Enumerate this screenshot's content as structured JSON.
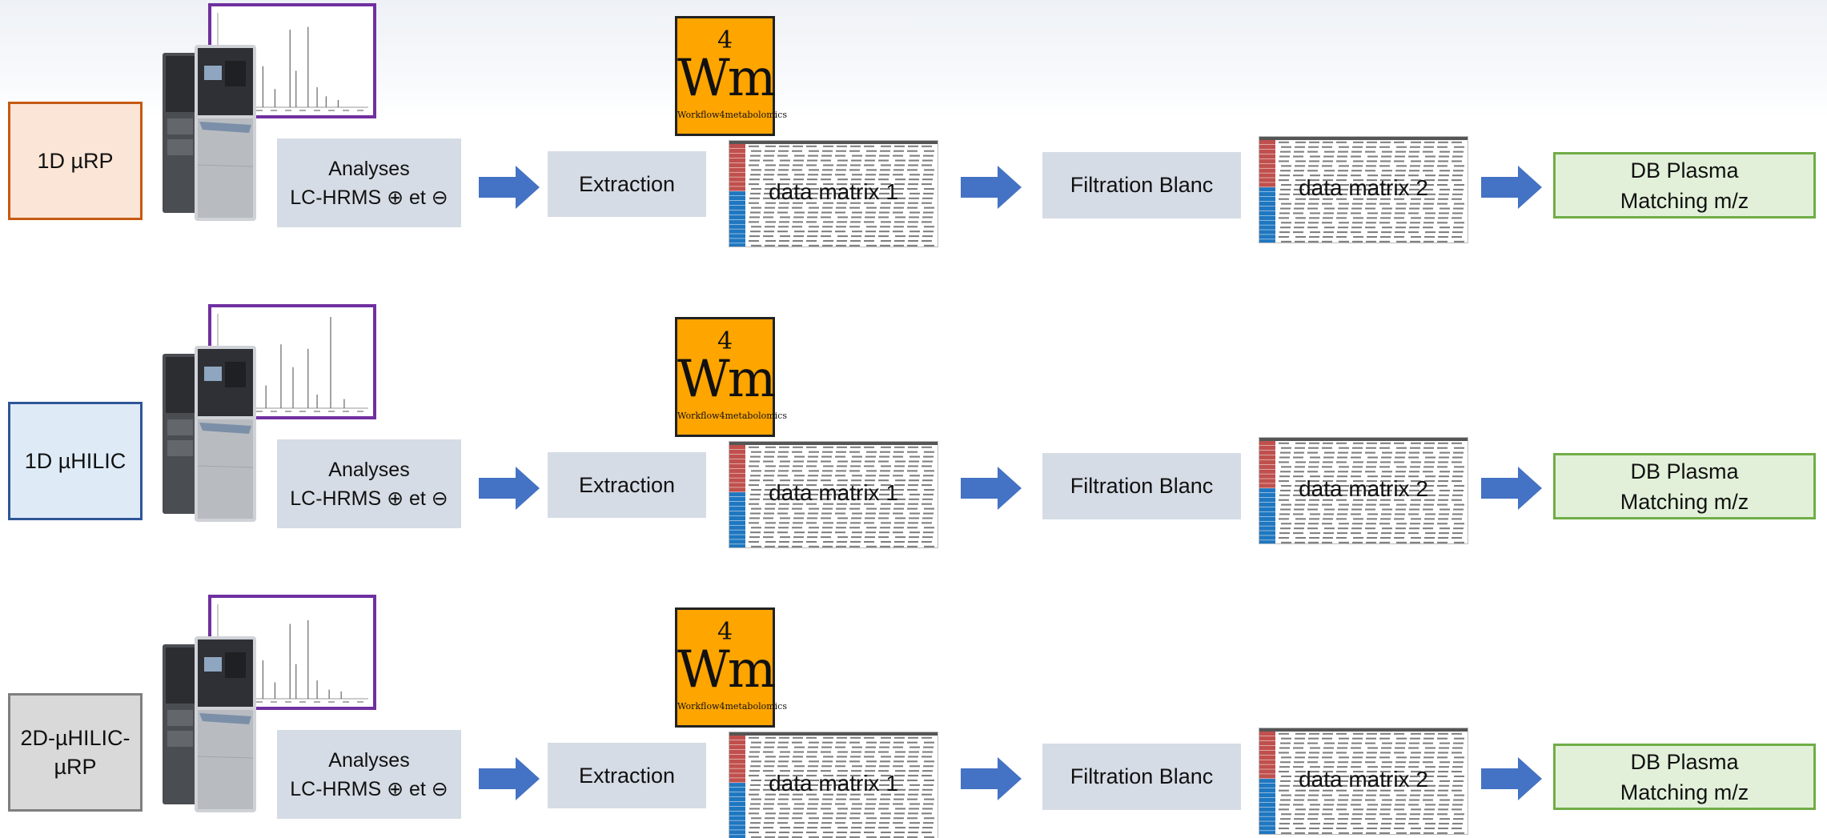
{
  "logo": {
    "number": "4",
    "letters": "Wm",
    "name": "Workflow4metabolomics"
  },
  "common": {
    "analyses_line1": "Analyses",
    "analyses_line2": "LC-HRMS ⊕ et ⊖",
    "extraction": "Extraction",
    "matrix1": "data matrix 1",
    "filtration": "Filtration Blanc",
    "matrix2": "data matrix 2",
    "db_line1": "DB Plasma",
    "db_line2": "Matching m/z"
  },
  "rows": [
    {
      "method": "1D µRP",
      "color": "#fbe5d6",
      "border": "#c55a11"
    },
    {
      "method": "1D µHILIC",
      "color": "#deebf7",
      "border": "#2f5597"
    },
    {
      "method": "2D-µHILIC-µRP",
      "color": "#d9d9d9",
      "border": "#7f7f7f"
    }
  ],
  "colors": {
    "arrow": "#4472c4",
    "spectrum_frame": "#7030a0",
    "process_box": "#d6dce5",
    "output_box": "#e2f0d9",
    "logo": "#ffa500"
  },
  "icons": [
    "lc-ms-instrument-icon",
    "mass-spectrum-icon",
    "arrow-right-icon",
    "w4m-logo-icon",
    "data-table-icon"
  ]
}
